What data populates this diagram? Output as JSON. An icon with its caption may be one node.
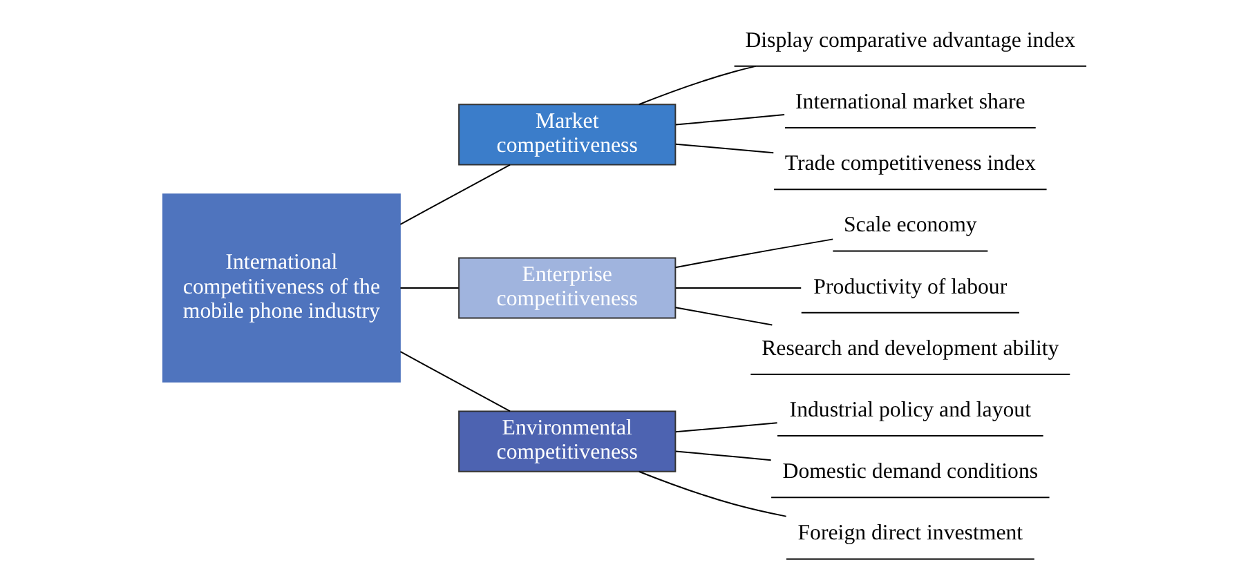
{
  "diagram": {
    "nodes": [
      {
        "text": [
          "International competitiveness of the mobile phone industry"
        ]
      },
      {
        "text": [
          "Market competitiveness"
        ]
      },
      {
        "text": [
          "Display comparative advantage index"
        ]
      },
      {
        "text": [
          "International market share"
        ]
      },
      {
        "text": [
          "Trade competitiveness index"
        ]
      },
      {
        "text": [
          "Enterprise competitiveness"
        ]
      },
      {
        "text": [
          "Scale economy"
        ]
      },
      {
        "text": [
          "Productivity of labour"
        ]
      },
      {
        "text": [
          "Research and development ability"
        ]
      },
      {
        "text": [
          "Environmental competitiveness"
        ]
      },
      {
        "text": [
          "Industrial policy and layout"
        ]
      },
      {
        "text": [
          "Domestic demand conditions"
        ]
      },
      {
        "text": [
          "Foreign direct investment"
        ]
      }
    ],
    "edges": [
      {
        "from": 0,
        "to": 1,
        "arrow": "none"
      },
      {
        "from": 0,
        "to": 5,
        "arrow": "none"
      },
      {
        "from": 0,
        "to": 9,
        "arrow": "none"
      },
      {
        "from": 1,
        "to": 2,
        "arrow": "none"
      },
      {
        "from": 1,
        "to": 3,
        "arrow": "none"
      },
      {
        "from": 1,
        "to": 4,
        "arrow": "none"
      },
      {
        "from": 5,
        "to": 6,
        "arrow": "none"
      },
      {
        "from": 5,
        "to": 7,
        "arrow": "none"
      },
      {
        "from": 5,
        "to": 8,
        "arrow": "none"
      },
      {
        "from": 9,
        "to": 10,
        "arrow": "none"
      },
      {
        "from": 9,
        "to": 11,
        "arrow": "none"
      },
      {
        "from": 9,
        "to": 12,
        "arrow": "none"
      }
    ]
  }
}
